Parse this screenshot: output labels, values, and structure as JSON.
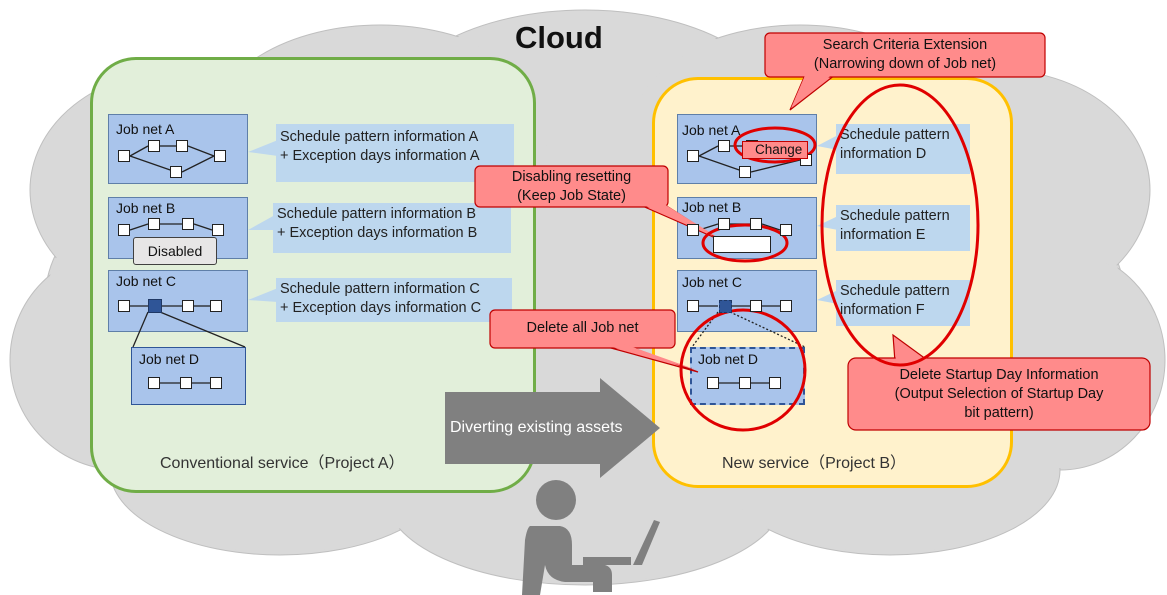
{
  "cloud_title": "Cloud",
  "project_a": {
    "label": "Conventional service（Project A）",
    "job_nets": [
      {
        "label": "Job net A",
        "info_line1": "Schedule pattern information A",
        "info_line2": "+ Exception days information A"
      },
      {
        "label": "Job net B",
        "info_line1": "Schedule pattern information B",
        "info_line2": "+ Exception days information B",
        "overlay": "Disabled"
      },
      {
        "label": "Job net C",
        "info_line1": "Schedule pattern information C",
        "info_line2": "+ Exception days information C"
      },
      {
        "label": "Job net D"
      }
    ]
  },
  "project_b": {
    "label": "New service（Project B）",
    "job_nets": [
      {
        "label": "Job net A",
        "info_line1": "Schedule pattern",
        "info_line2": "information D",
        "overlay": "Change"
      },
      {
        "label": "Job net B",
        "info_line1": "Schedule pattern",
        "info_line2": "information E"
      },
      {
        "label": "Job net C",
        "info_line1": "Schedule pattern",
        "info_line2": "information F"
      },
      {
        "label": "Job net D"
      }
    ]
  },
  "arrow_label": "Diverting existing assets",
  "callouts": {
    "search": {
      "line1": "Search Criteria Extension",
      "line2": "(Narrowing down of Job net)"
    },
    "reset": {
      "line1": "Disabling resetting",
      "line2": "(Keep Job State)"
    },
    "delete_all": {
      "line1": "Delete all Job net"
    },
    "startup": {
      "line1": "Delete Startup Day Information",
      "line2": "(Output Selection of Startup Day",
      "line3": "bit pattern)"
    }
  },
  "colors": {
    "project_a_fill": "#e2efda",
    "project_a_border": "#70ad47",
    "project_b_fill": "#fff2cc",
    "project_b_border": "#ffc000",
    "job_net": "#a9c4eb",
    "info_box": "#bdd7ee",
    "callout_fill": "#ff8b8b",
    "callout_border": "#c00000",
    "highlight_ellipse": "#e00000",
    "arrow": "#7f7f7f"
  },
  "icons": {
    "operator": "person-at-laptop-icon"
  }
}
